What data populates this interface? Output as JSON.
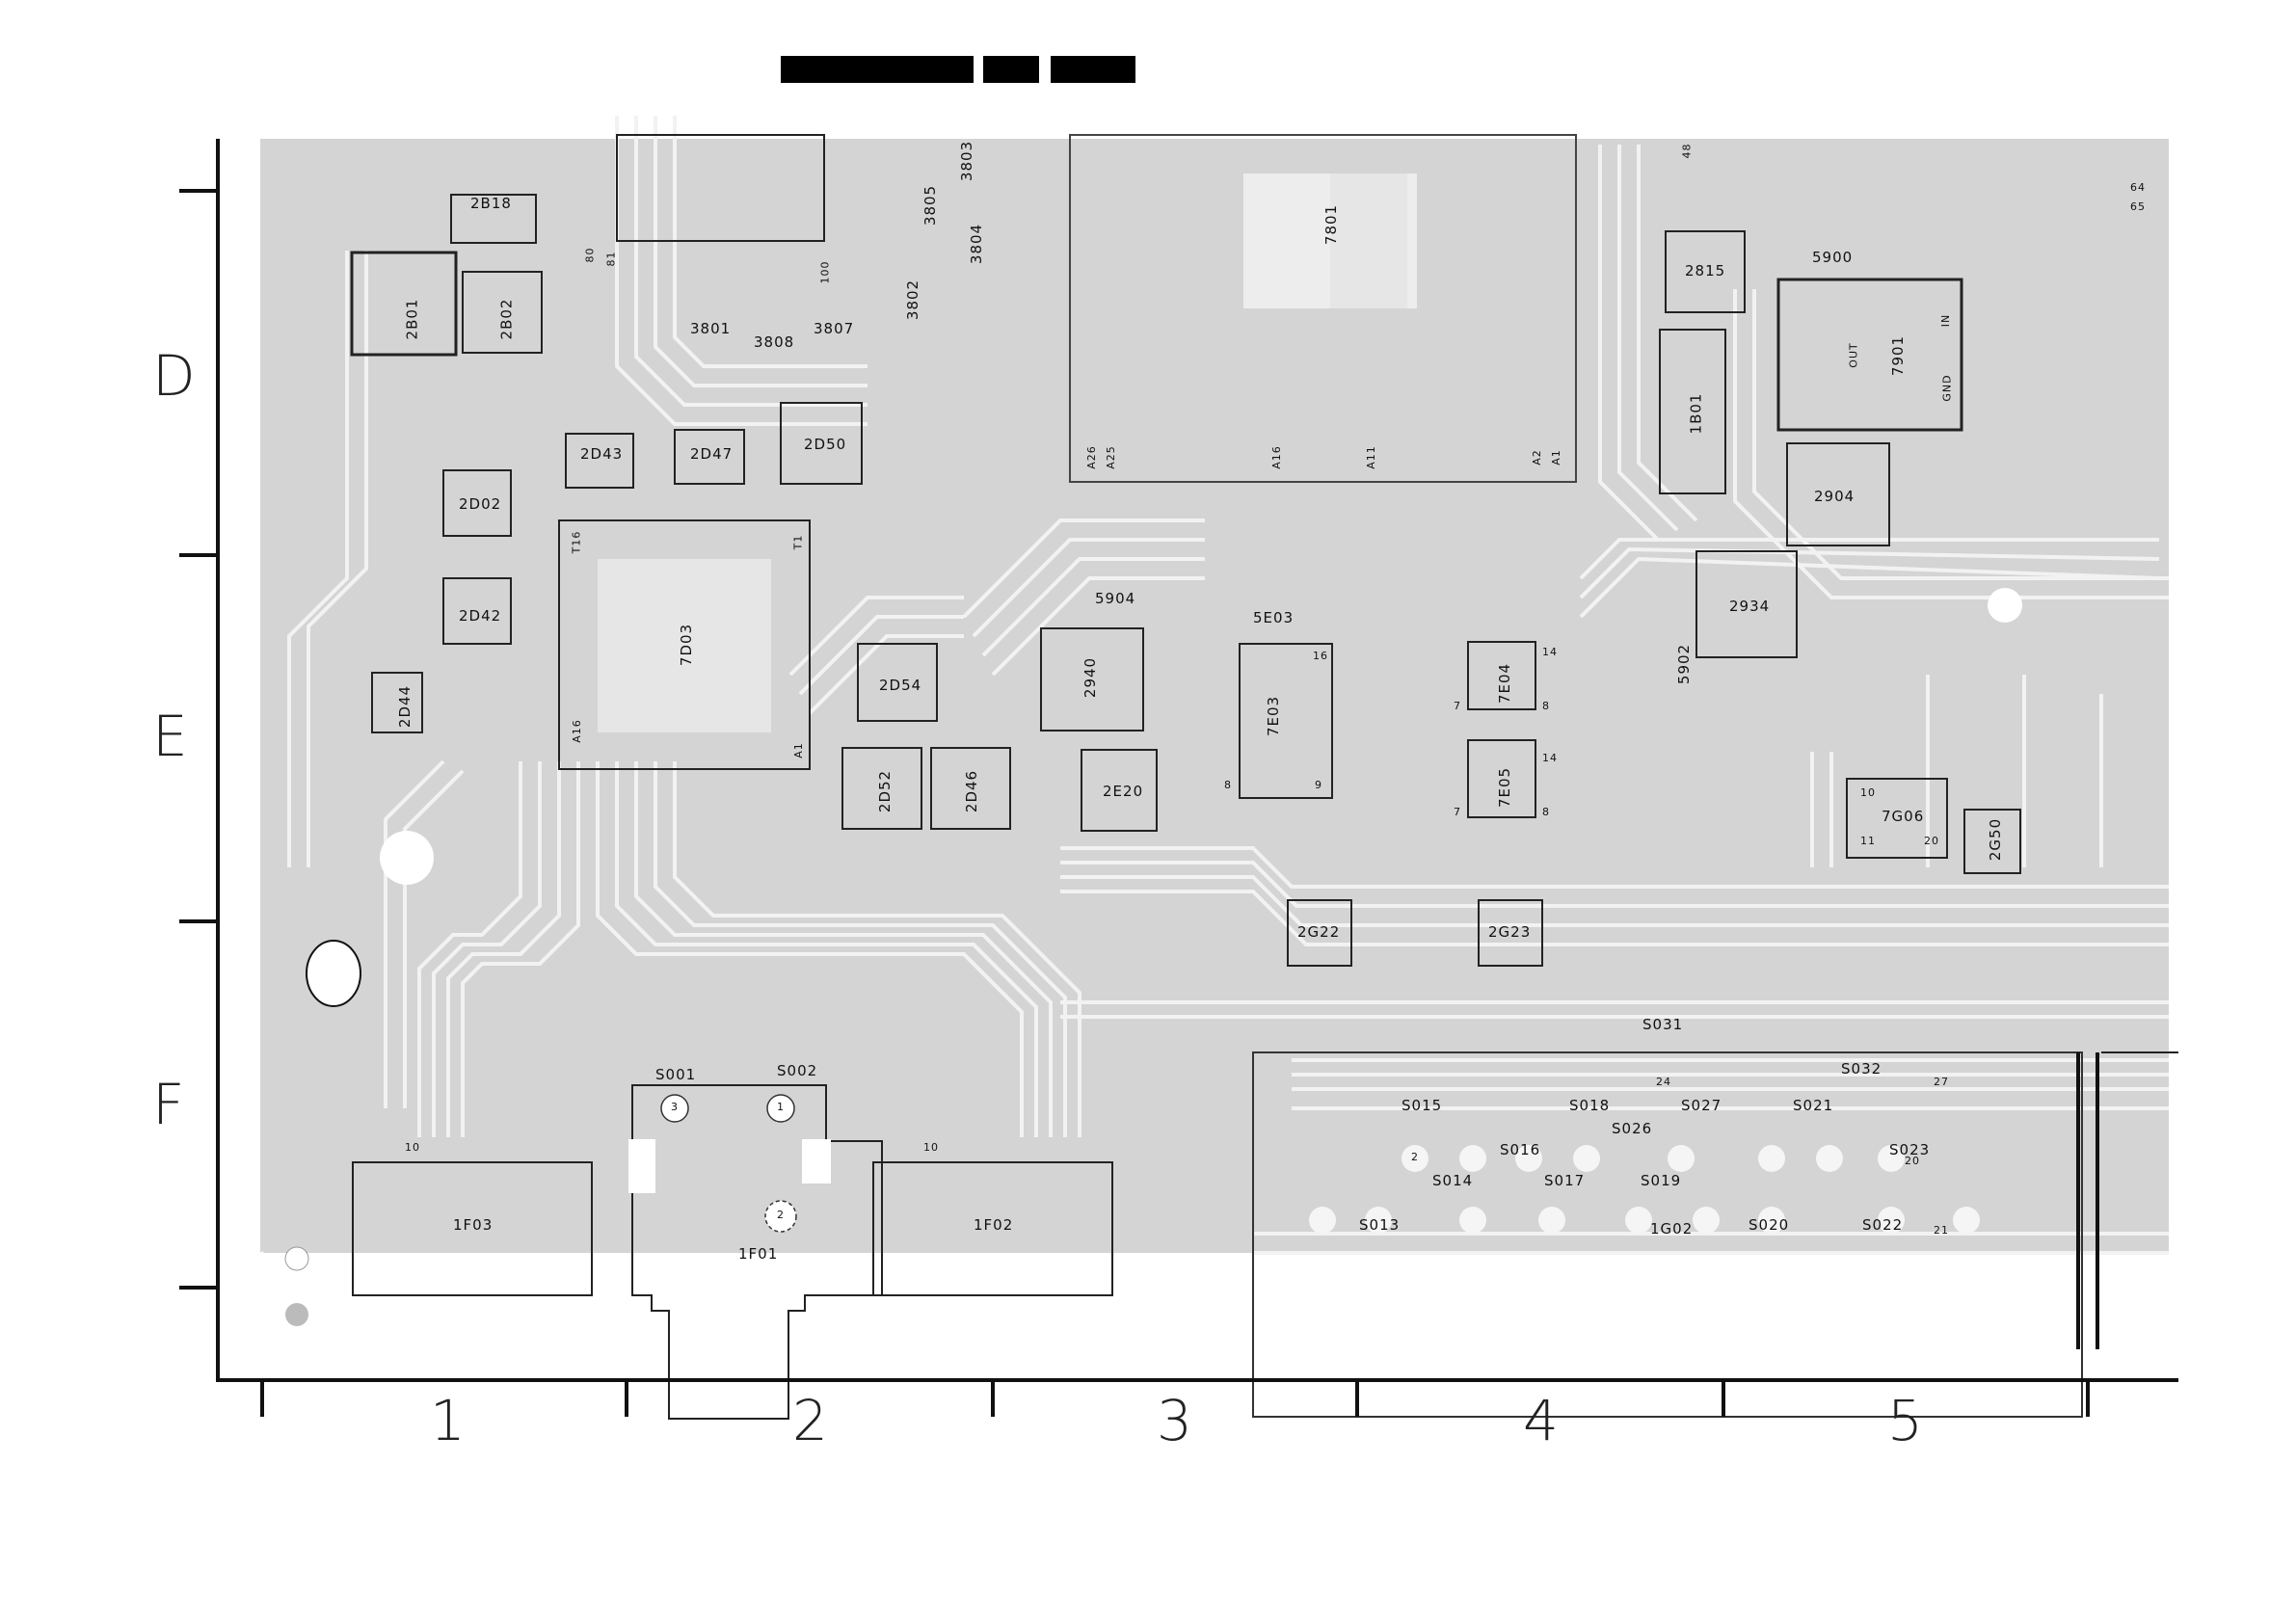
{
  "title_blocks": [
    "",
    "",
    ""
  ],
  "row_labels": [
    "D",
    "E",
    "F"
  ],
  "column_labels": [
    "1",
    "2",
    "3",
    "4",
    "5"
  ],
  "components": {
    "c2B18": "2B18",
    "c2B01": "2B01",
    "c2B02": "2B02",
    "c3801": "3801",
    "c3808": "3808",
    "c3807": "3807",
    "c3802": "3802",
    "c3804": "3804",
    "c3805": "3805",
    "c3803": "3803",
    "c7801": "7801",
    "c2815": "2815",
    "c5900": "5900",
    "c7901": "7901",
    "c1B01": "1B01",
    "c2904": "2904",
    "c2D43": "2D43",
    "c2D47": "2D47",
    "c2D50": "2D50",
    "c2D02": "2D02",
    "c2D42": "2D42",
    "c2D44": "2D44",
    "c7D03": "7D03",
    "c2D54": "2D54",
    "c2D52": "2D52",
    "c2D46": "2D46",
    "c5904": "5904",
    "c2940": "2940",
    "c2E20": "2E20",
    "c5E03": "5E03",
    "c7E03": "7E03",
    "c7E04": "7E04",
    "c7E05": "7E05",
    "c2934": "2934",
    "c5902": "5902",
    "c7G06": "7G06",
    "c2G50": "2G50",
    "c2G22": "2G22",
    "c2G23": "2G23",
    "c1F03": "1F03",
    "c1F01": "1F01",
    "c1F02": "1F02",
    "cS001": "S001",
    "cS002": "S002",
    "cS031": "S031",
    "cS015": "S015",
    "cS018": "S018",
    "cS026": "S026",
    "cS027": "S027",
    "cS021": "S021",
    "cS032": "S032",
    "cS016": "S016",
    "cS014": "S014",
    "cS017": "S017",
    "cS019": "S019",
    "cS023": "S023",
    "cS013": "S013",
    "c1G02": "1G02",
    "cS020": "S020",
    "cS022": "S022"
  },
  "pins": {
    "p80": "80",
    "p81": "81",
    "p100": "100",
    "p1a": "1",
    "pA26": "A26",
    "pA25": "A25",
    "pA16": "A16",
    "pA11": "A11",
    "pA2": "A2",
    "pA1": "A1",
    "p48": "48",
    "pIN": "IN",
    "pOUT": "OUT",
    "pGND": "GND",
    "pT16": "T16",
    "pT1": "T1",
    "pA16b": "A16",
    "pA1b": "A1",
    "p64": "64",
    "p65": "65",
    "p3": "3",
    "p1": "1",
    "p2": "2",
    "p10a": "10",
    "p10b": "10",
    "p24": "24",
    "p27": "27",
    "p2b": "2",
    "p20": "20",
    "p21": "21",
    "p16": "16",
    "p9": "9",
    "p8": "8",
    "p14a": "14",
    "p7a": "7",
    "p8a": "8",
    "p14b": "14",
    "p7b": "7",
    "p8b": "8",
    "p10c": "10",
    "p11": "11",
    "p20b": "20"
  },
  "colors": {
    "board": "#d4d4d4",
    "trace": "#f2f2f2",
    "frame": "#111111",
    "outline": "#333333"
  }
}
